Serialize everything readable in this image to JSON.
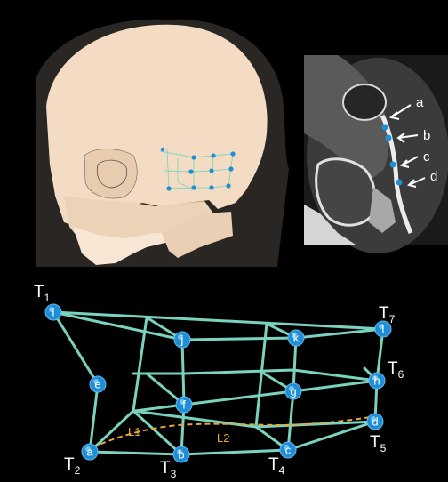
{
  "colors": {
    "background": "#000000",
    "bone": "#f3dcc3",
    "mesh": "#7ad3bf",
    "node": "#1e8fd6",
    "path": "#e6a83a"
  },
  "ct_labels": [
    "a",
    "b",
    "c",
    "d"
  ],
  "nodes": [
    {
      "id": "i",
      "label": "i"
    },
    {
      "id": "j",
      "label": "j"
    },
    {
      "id": "k",
      "label": "k"
    },
    {
      "id": "l",
      "label": "l"
    },
    {
      "id": "e",
      "label": "e"
    },
    {
      "id": "h",
      "label": "h"
    },
    {
      "id": "f",
      "label": "f"
    },
    {
      "id": "g",
      "label": "g"
    },
    {
      "id": "d",
      "label": "d"
    },
    {
      "id": "a",
      "label": "a"
    },
    {
      "id": "b",
      "label": "b"
    },
    {
      "id": "c",
      "label": "c"
    }
  ],
  "t_labels": [
    {
      "main": "T",
      "sub": "1"
    },
    {
      "main": "T",
      "sub": "7"
    },
    {
      "main": "T",
      "sub": "6"
    },
    {
      "main": "T",
      "sub": "2"
    },
    {
      "main": "T",
      "sub": "3"
    },
    {
      "main": "T",
      "sub": "4"
    },
    {
      "main": "T",
      "sub": "5"
    }
  ],
  "paths": [
    {
      "label": "L1"
    },
    {
      "label": "L2"
    }
  ]
}
